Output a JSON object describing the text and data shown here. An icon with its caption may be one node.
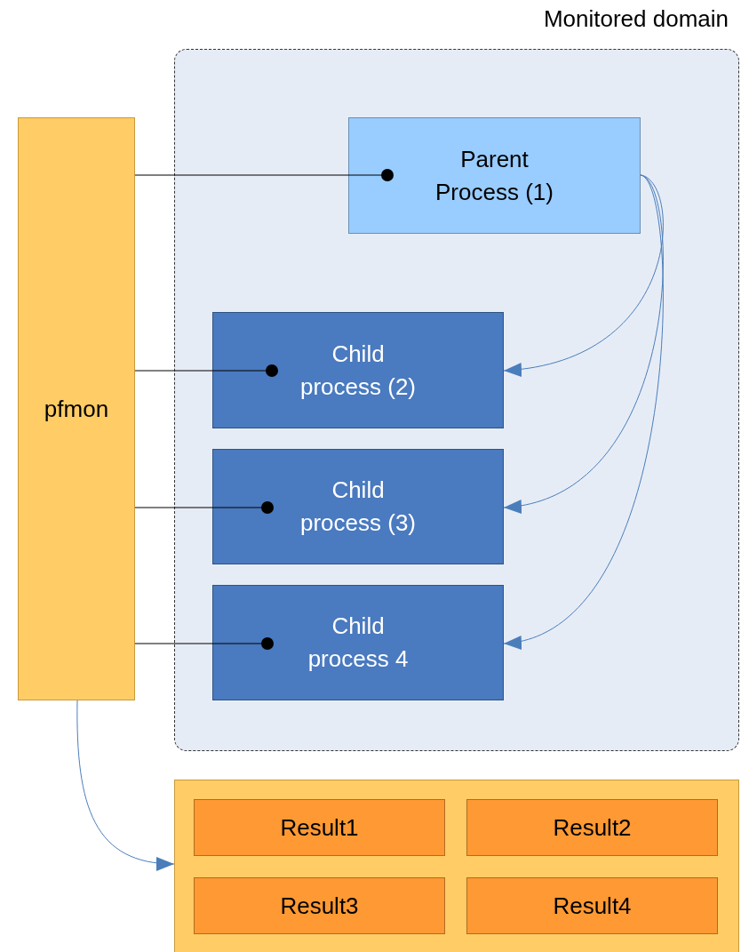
{
  "diagram": {
    "nodes": [
      {
        "text": [
          "Monitored domain"
        ]
      },
      {
        "text": [
          "pfmon"
        ]
      },
      {
        "text": [
          "Parent Process (1)"
        ],
        "in": 0
      },
      {
        "text": [
          "Child process (2)"
        ],
        "in": 0
      },
      {
        "text": [
          "Child process (3)"
        ],
        "in": 0
      },
      {
        "text": [
          "Child process 4"
        ],
        "in": 0
      },
      {
        "text": [],
        "shape": "box"
      },
      {
        "text": [
          "Result1"
        ],
        "in": 6
      },
      {
        "text": [
          "Result2"
        ],
        "in": 6
      },
      {
        "text": [
          "Result3"
        ],
        "in": 6
      },
      {
        "text": [
          "Result4"
        ],
        "in": 6
      }
    ],
    "edges": [
      {
        "from": 1,
        "to": 2,
        "arrow": "other"
      },
      {
        "from": 1,
        "to": 3,
        "arrow": "other"
      },
      {
        "from": 1,
        "to": 4,
        "arrow": "other"
      },
      {
        "from": 1,
        "to": 5,
        "arrow": "other"
      },
      {
        "from": 2,
        "to": 3,
        "arrow": "to",
        "color": "#4a7ebb"
      },
      {
        "from": 2,
        "to": 4,
        "arrow": "to",
        "color": "#4a7ebb"
      },
      {
        "from": 2,
        "to": 5,
        "arrow": "to",
        "color": "#4a7ebb"
      },
      {
        "from": 1,
        "to": 6,
        "arrow": "to",
        "color": "#4a7ebb"
      }
    ]
  }
}
